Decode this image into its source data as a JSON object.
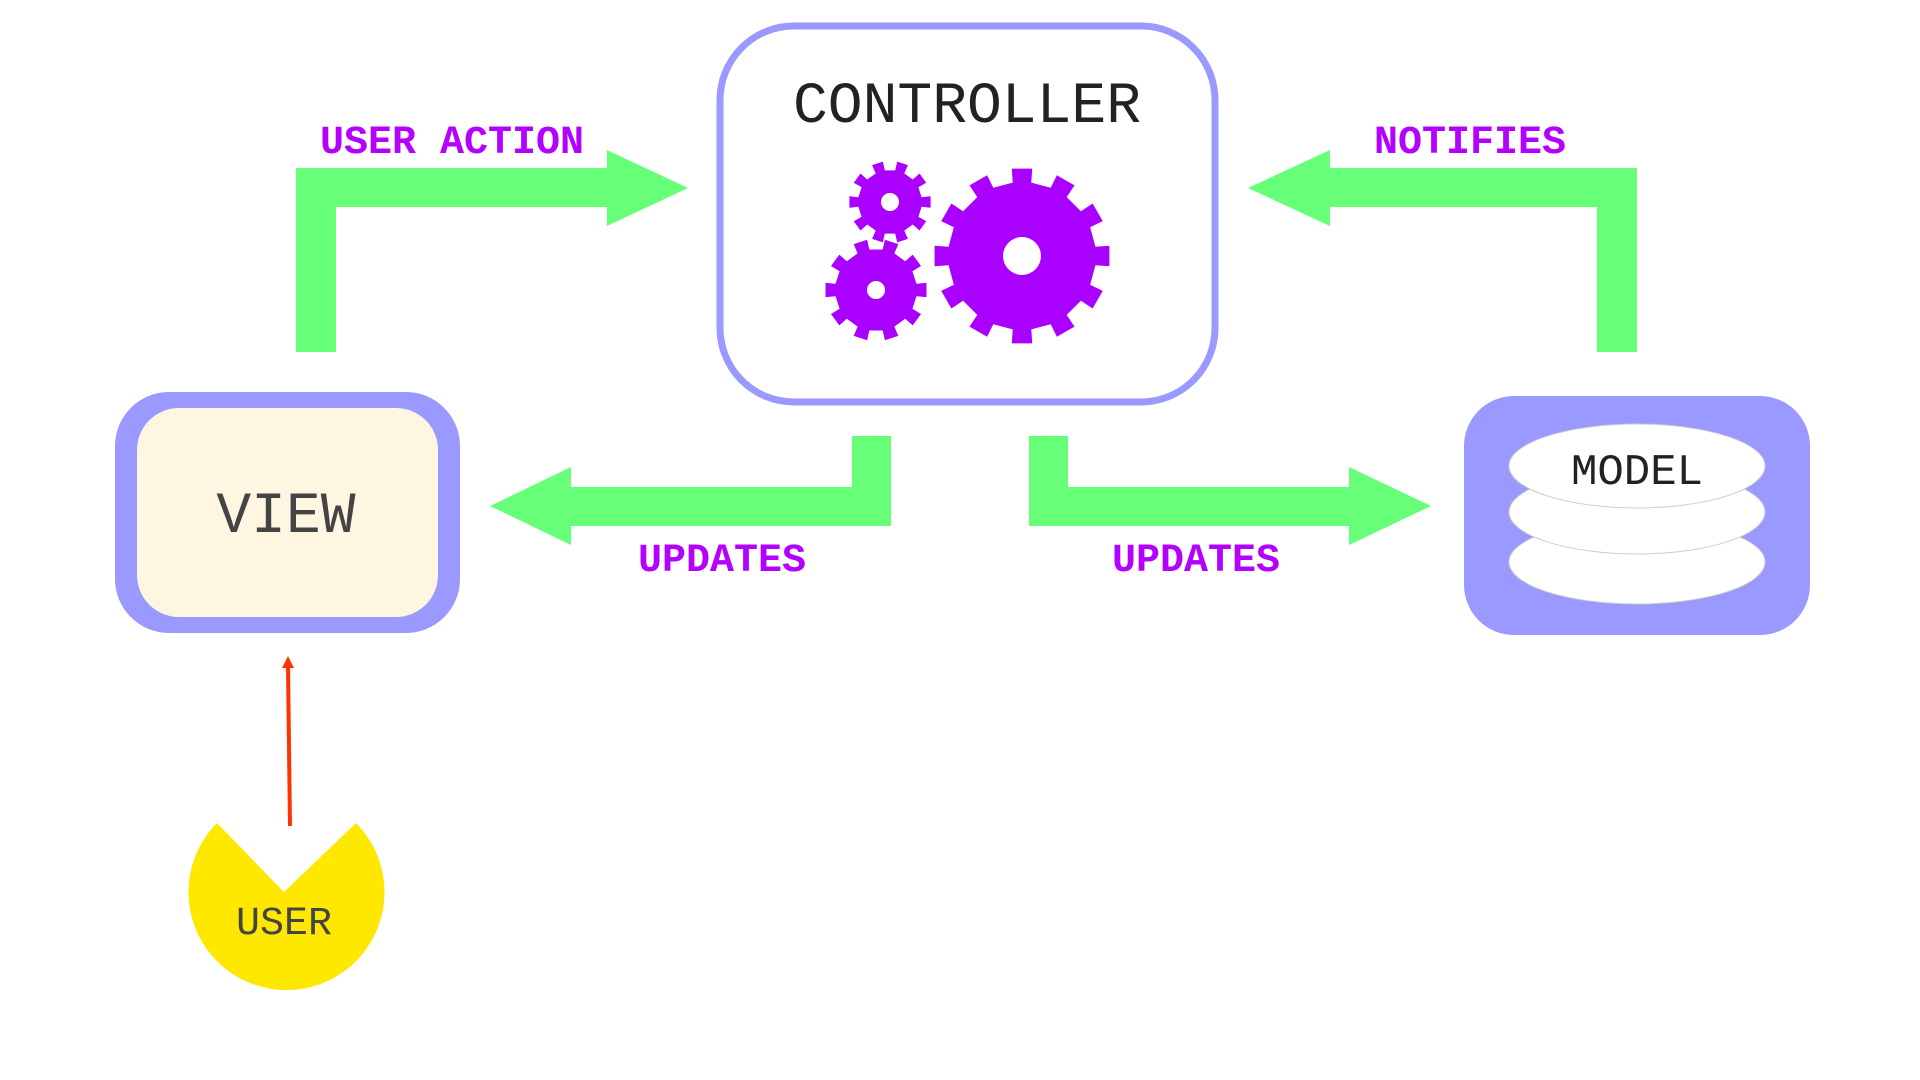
{
  "diagram": {
    "nodes": {
      "controller": {
        "label": "CONTROLLER"
      },
      "view": {
        "label": "VIEW"
      },
      "model": {
        "label": "MODEL"
      },
      "user": {
        "label": "USER"
      }
    },
    "edges": {
      "user_action": {
        "label": "USER ACTION"
      },
      "notifies": {
        "label": "NOTIFIES"
      },
      "updates_view": {
        "label": "UPDATES"
      },
      "updates_model": {
        "label": "UPDATES"
      }
    }
  },
  "colors": {
    "arrow_green": "#66ff77",
    "label_purple": "#b400ff",
    "gear_purple": "#aa00ff",
    "frame_blue": "#9999ff",
    "view_fill": "#fff6e2",
    "user_yellow": "#ffe800",
    "user_arrow_red": "#ff3300",
    "node_text": "#222222"
  },
  "icons": {
    "gears": "gears-icon",
    "database": "database-icon"
  }
}
